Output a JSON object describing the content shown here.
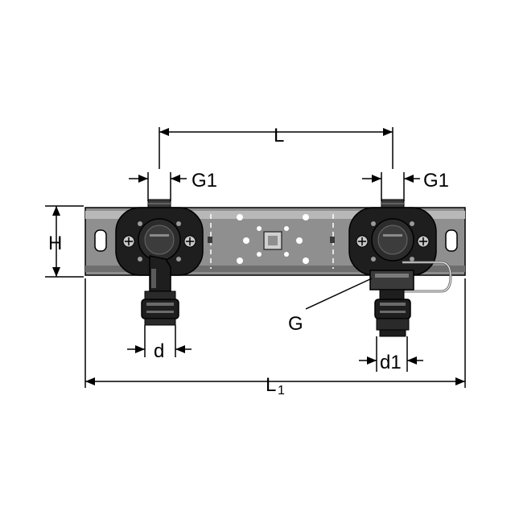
{
  "labels": {
    "L": "L",
    "G1_left": "G1",
    "G1_right": "G1",
    "H": "H",
    "G": "G",
    "d": "d",
    "d1": "d1",
    "L1_main": "L",
    "L1_sub": "1"
  },
  "colors": {
    "line": "#000000",
    "rail": "#9a9a9a",
    "rail_dark": "#5a5a5a",
    "fitting": "#2a2a2a",
    "background": "#ffffff"
  }
}
